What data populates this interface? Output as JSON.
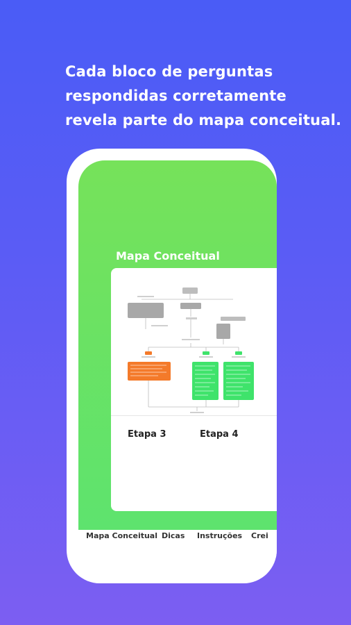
{
  "headline": {
    "line1": "Cada bloco de perguntas",
    "line2": "respondidas corretamente",
    "line3": "revela parte do mapa conceitual."
  },
  "screen": {
    "title": "Mapa Conceitual",
    "stages": [
      "Etapa 3",
      "Etapa 4"
    ]
  },
  "tabs": [
    "Mapa Conceitual",
    "Dicas",
    "Instruções",
    "Crei"
  ],
  "colors": {
    "background_top": "#4a5cf6",
    "background_bottom": "#7c5ef2",
    "screen_green": "#6ae15f",
    "node_orange": "#f47a2a",
    "node_green": "#3fe36b",
    "node_gray": "#a8a8a8"
  }
}
